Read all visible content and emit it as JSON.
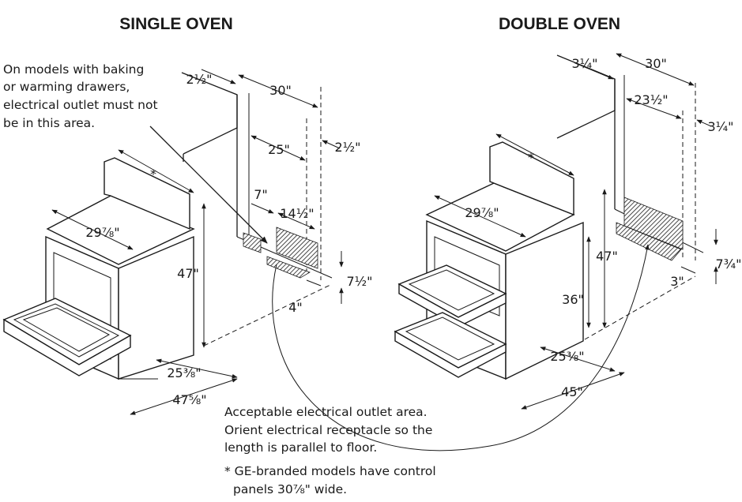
{
  "single_oven": {
    "title": "SINGLE OVEN",
    "dimensions": {
      "wall_offset": "2½\"",
      "width_30": "30\"",
      "width_25": "25\"",
      "right_offset": "2½\"",
      "outlet_7": "7\"",
      "outlet_14": "14½\"",
      "outlet_height_7": "7½\"",
      "outlet_4": "4\"",
      "cooktop_width": "29⅞\"",
      "height_47": "47\"",
      "depth_25": "25⅜\"",
      "depth_47": "47⅝\""
    },
    "control_panel_marker": "*"
  },
  "double_oven": {
    "title": "DOUBLE OVEN",
    "dimensions": {
      "wall_offset": "3¼\"",
      "width_30": "30\"",
      "width_23": "23½\"",
      "right_offset": "3¼\"",
      "cooktop_width": "29⅞\"",
      "height_47": "47\"",
      "height_36": "36\"",
      "outlet_height": "7¾\"",
      "outlet_3": "3\"",
      "depth_25": "25⅜\"",
      "depth_45": "45\""
    },
    "control_panel_marker": "*"
  },
  "notes": {
    "drawer_warning": [
      "On models with baking",
      "or warming drawers,",
      "electrical outlet must not",
      "be in this area."
    ],
    "outlet_area": [
      "Acceptable electrical outlet area.",
      "Orient electrical receptacle so the",
      "length is parallel to floor."
    ],
    "ge_note": [
      "* GE-branded models have control",
      "panels 30⅞\" wide."
    ]
  }
}
